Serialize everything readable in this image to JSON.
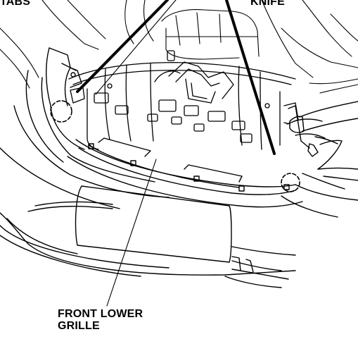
{
  "labels": {
    "tabs": "TABS",
    "knife": "KNIFE",
    "grille_line1": "FRONT LOWER",
    "grille_line2": "GRILLE"
  }
}
